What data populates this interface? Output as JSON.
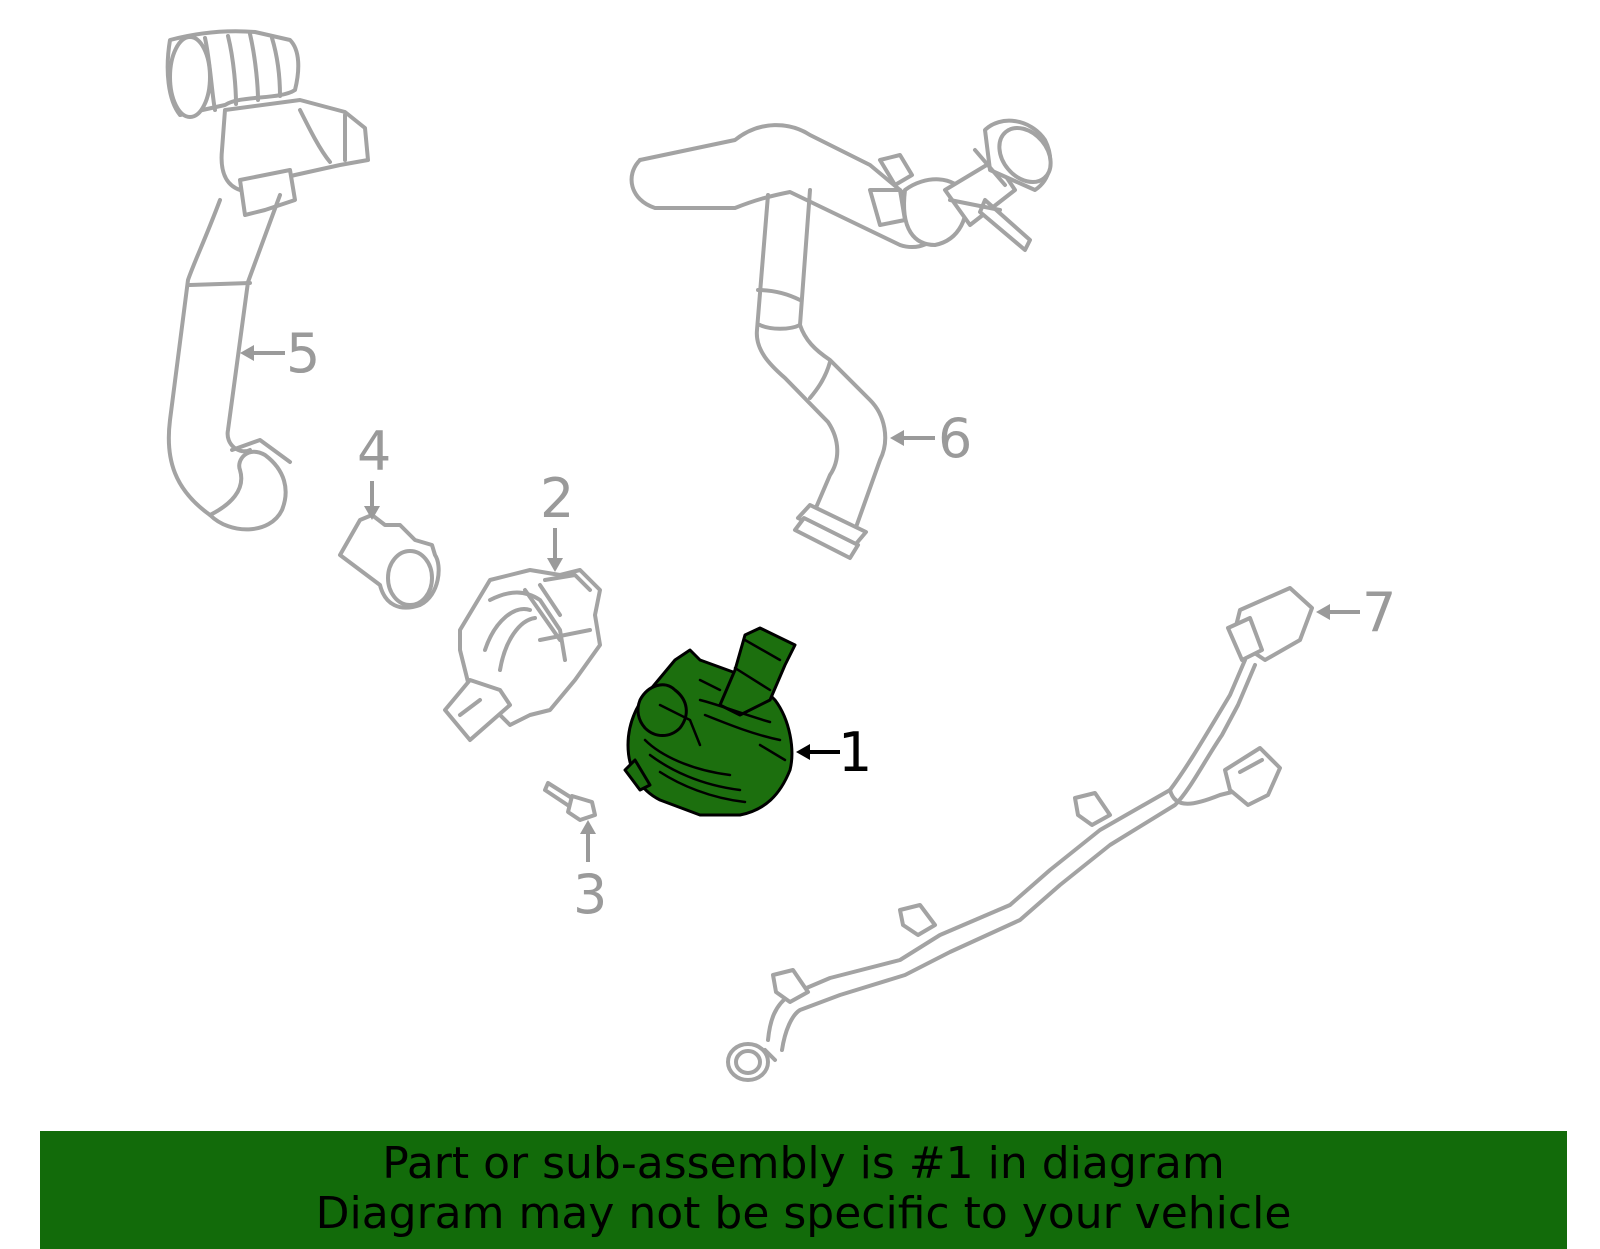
{
  "diagram": {
    "callouts": [
      {
        "number": "1",
        "highlighted": true
      },
      {
        "number": "2",
        "highlighted": false
      },
      {
        "number": "3",
        "highlighted": false
      },
      {
        "number": "4",
        "highlighted": false
      },
      {
        "number": "5",
        "highlighted": false
      },
      {
        "number": "6",
        "highlighted": false
      },
      {
        "number": "7",
        "highlighted": false
      }
    ],
    "colors": {
      "highlight": "#1c6f0e",
      "outline": "#a3a3a3",
      "banner": "#126b0a"
    }
  },
  "banner": {
    "line1": "Part or sub-assembly is #1 in diagram",
    "line2": "Diagram may not be specific to your vehicle"
  }
}
